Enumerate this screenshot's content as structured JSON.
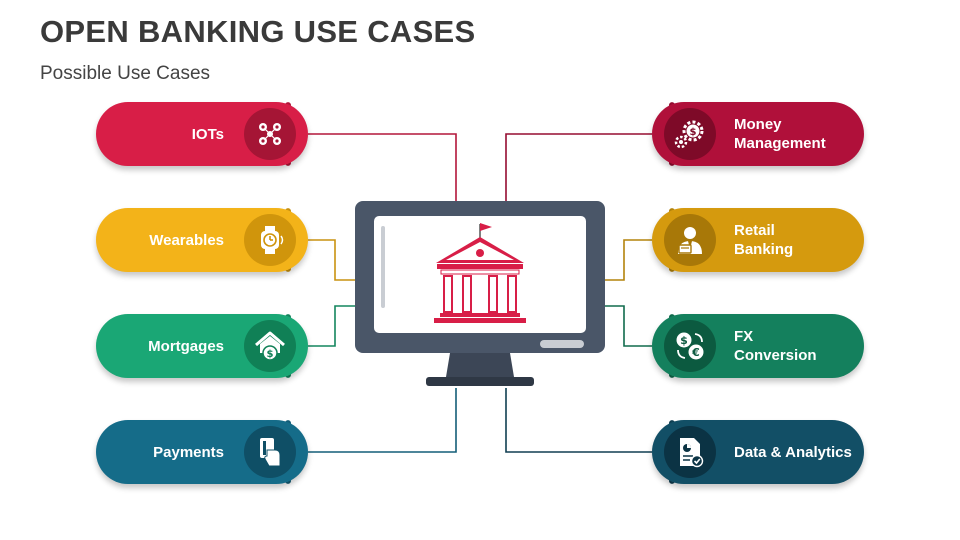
{
  "header": {
    "title": "OPEN BANKING USE CASES",
    "subtitle": "Possible Use Cases"
  },
  "left_items": [
    {
      "label": "IOTs",
      "icon": "iot-devices-icon",
      "color": "#D81E47",
      "icon_bg": "#A51535",
      "ring": "#B3173A"
    },
    {
      "label": "Wearables",
      "icon": "smartwatch-icon",
      "color": "#F3B319",
      "icon_bg": "#D0950C",
      "ring": "#C99210"
    },
    {
      "label": "Mortgages",
      "icon": "house-dollar-icon",
      "color": "#1AA775",
      "icon_bg": "#108056",
      "ring": "#14855E"
    },
    {
      "label": "Payments",
      "icon": "card-payment-icon",
      "color": "#156C89",
      "icon_bg": "#0F4F66",
      "ring": "#145E78"
    }
  ],
  "right_items": [
    {
      "label": "Money\nManagement",
      "icon": "gears-dollar-icon",
      "color": "#B0103A",
      "icon_bg": "#7E0A28",
      "ring": "#950D31"
    },
    {
      "label": "Retail\nBanking",
      "icon": "banker-icon",
      "color": "#D59A0E",
      "icon_bg": "#A87808",
      "ring": "#B4840C"
    },
    {
      "label": "FX\nConversion",
      "icon": "currency-exchange-icon",
      "color": "#14805D",
      "icon_bg": "#0C5A40",
      "ring": "#106B4D"
    },
    {
      "label": "Data & Analytics",
      "icon": "report-check-icon",
      "color": "#124F66",
      "icon_bg": "#0B3344",
      "ring": "#103F52"
    }
  ],
  "center": {
    "icon": "bank-building-icon",
    "device": "monitor-icon"
  }
}
